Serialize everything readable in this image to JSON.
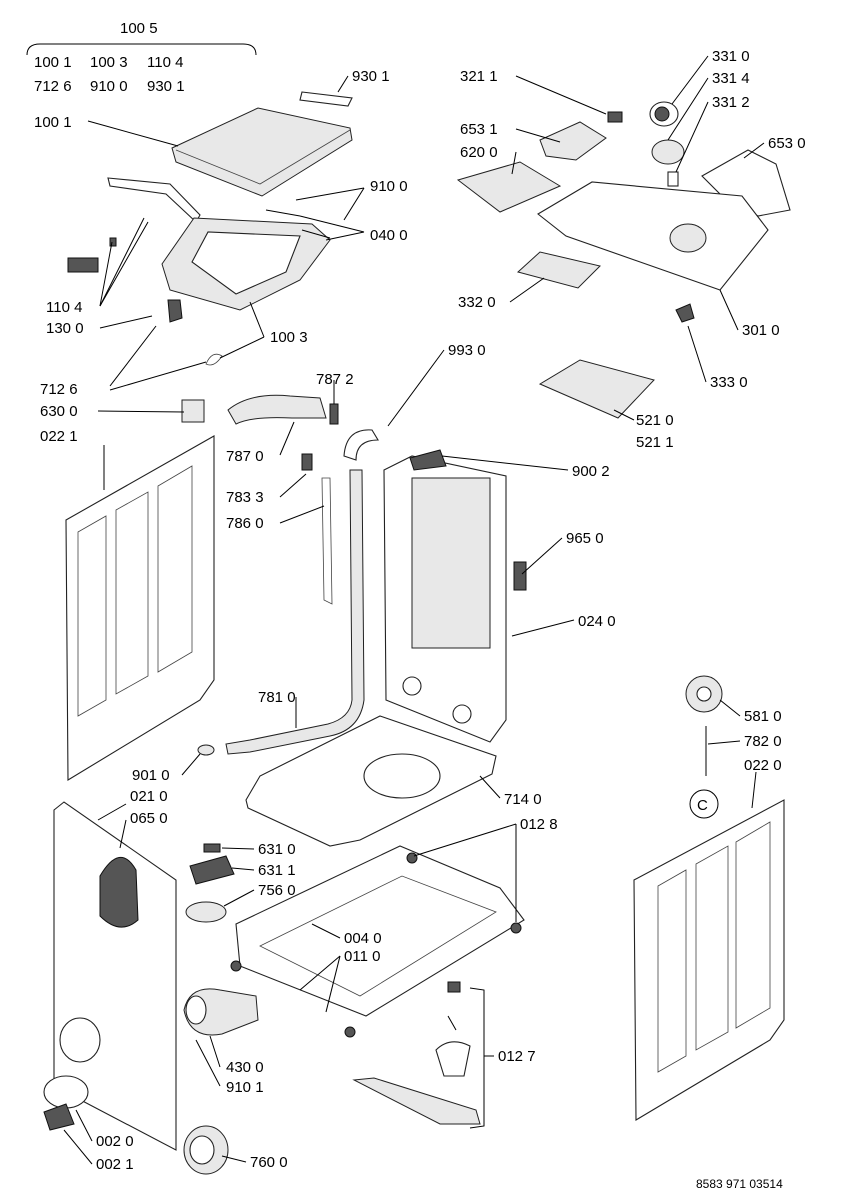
{
  "document_number": "8583 971 03514",
  "group_header": {
    "title": "100 5",
    "rows": [
      [
        "100 1",
        "100 3",
        "110 4"
      ],
      [
        "712 6",
        "910 0",
        "930 1"
      ]
    ]
  },
  "service_mark": "C",
  "labels": {
    "l9301": "930 1",
    "l1001": "100 1",
    "l9100": "910 0",
    "l0400": "040 0",
    "l1104": "110 4",
    "l1300": "130 0",
    "l1003": "100 3",
    "l7126": "712 6",
    "l6300": "630 0",
    "l0221": "022 1",
    "l3211": "321 1",
    "l6531": "653 1",
    "l6200": "620 0",
    "l3310": "331 0",
    "l3314": "331 4",
    "l3312": "331 2",
    "l6530": "653 0",
    "l3320": "332 0",
    "l3010": "301 0",
    "l3330": "333 0",
    "l9930": "993 0",
    "l5210": "521 0",
    "l5211": "521 1",
    "l7872": "787 2",
    "l7870": "787 0",
    "l7833": "783 3",
    "l7860": "786 0",
    "l9002": "900 2",
    "l9650": "965 0",
    "l0240": "024 0",
    "l7810": "781 0",
    "l5810": "581 0",
    "l7820": "782 0",
    "l0220": "022 0",
    "l9010": "901 0",
    "l0210": "021 0",
    "l0650": "065 0",
    "l7140": "714 0",
    "l0128": "012 8",
    "l6310": "631 0",
    "l6311": "631 1",
    "l7560": "756 0",
    "l0040": "004 0",
    "l0110": "011 0",
    "l4300": "430 0",
    "l9101": "910 1",
    "l0127": "012 7",
    "l0020": "002 0",
    "l0021": "002 1",
    "l7600": "760 0"
  }
}
